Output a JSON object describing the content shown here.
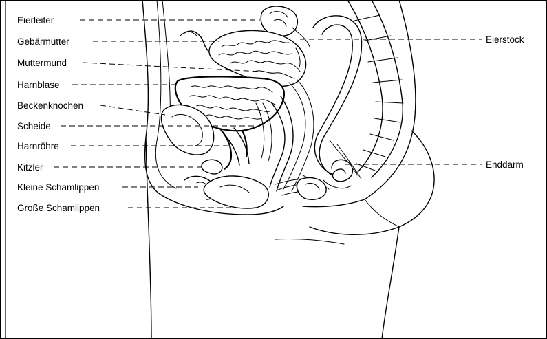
{
  "labels": {
    "eierleiter": "Eierleiter",
    "gebaermutter": "Gebärmutter",
    "muttermund": "Muttermund",
    "harnblase": "Harnblase",
    "beckenknochen": "Beckenknochen",
    "scheide": "Scheide",
    "harnroehre": "Harnröhre",
    "kitzler": "Kitzler",
    "kleine_schamlippen": "Kleine Schamlippen",
    "grosse_schamlippen": "Große Schamlippen",
    "eierstock": "Eierstock",
    "enddarm": "Enddarm"
  }
}
